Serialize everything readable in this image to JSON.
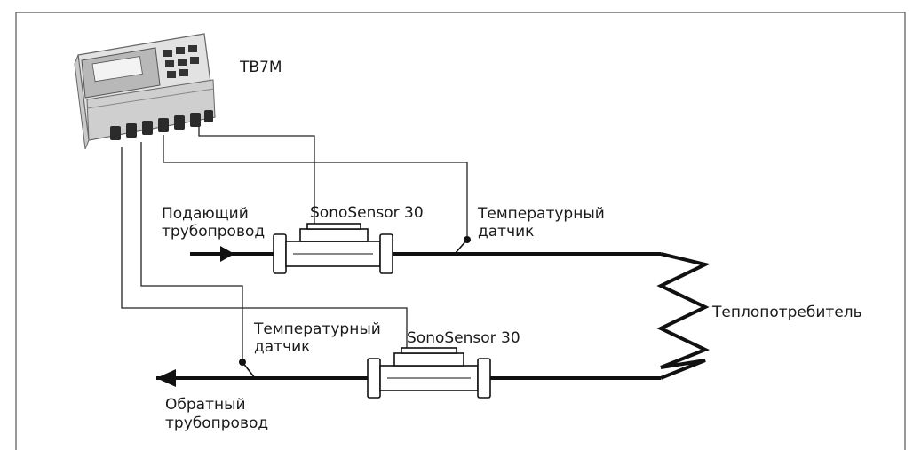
{
  "device": {
    "label": "ТВ7М"
  },
  "supply_pipe": {
    "label_line1": "Подающий",
    "label_line2": "трубопровод"
  },
  "return_pipe": {
    "label_line1": "Обратный",
    "label_line2": "трубопровод"
  },
  "flow_sensor_supply": {
    "label": "SonoSensor 30"
  },
  "flow_sensor_return": {
    "label": "SonoSensor 30"
  },
  "temp_sensor_supply": {
    "label_line1": "Температурный",
    "label_line2": "датчик"
  },
  "temp_sensor_return": {
    "label_line1": "Температурный",
    "label_line2": "датчик"
  },
  "heat_consumer": {
    "label": "Теплопотребитель"
  },
  "colors": {
    "ink": "#111111",
    "device_body": "#d8d8d8",
    "device_panel": "#9a9a9a"
  }
}
